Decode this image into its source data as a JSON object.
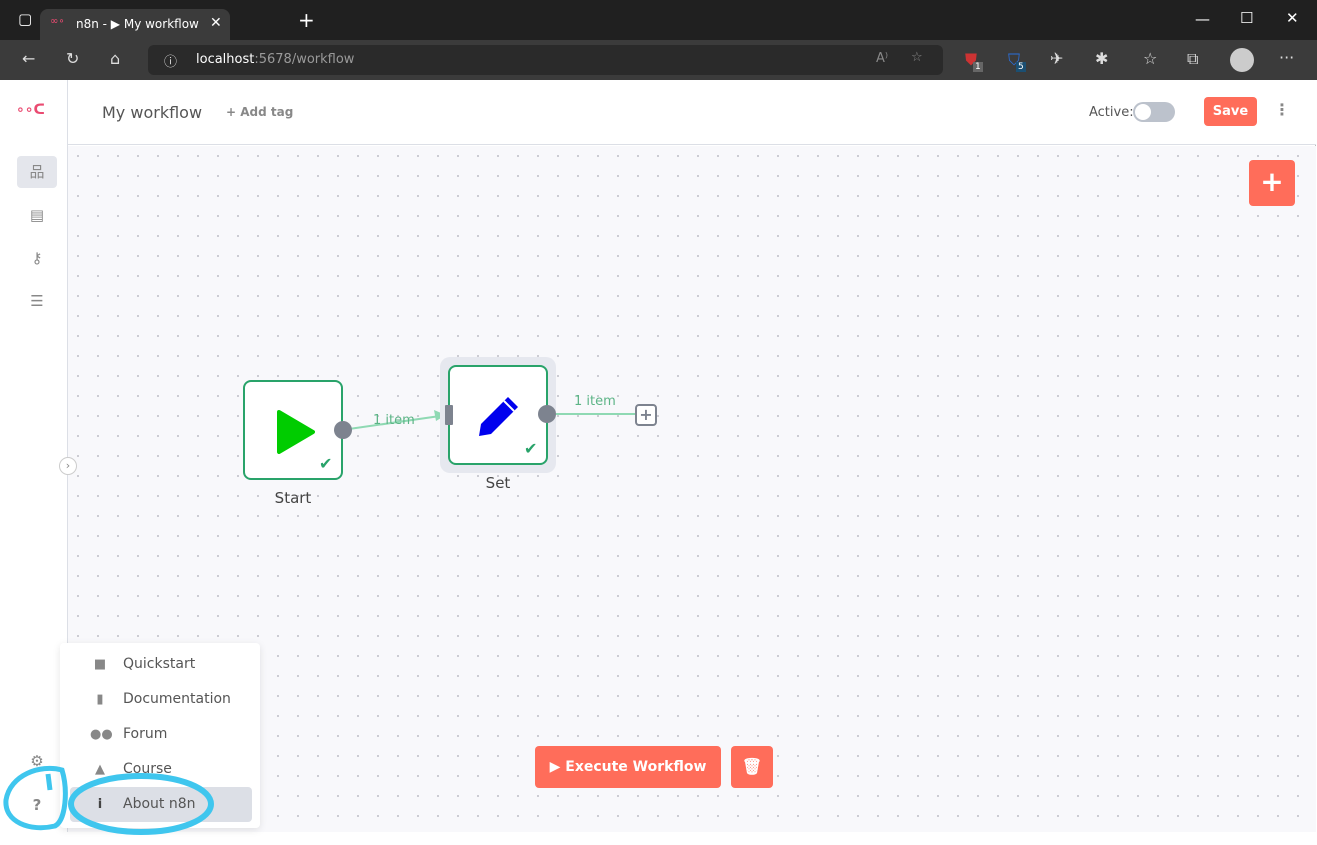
{
  "browser": {
    "tab_title": "n8n - ▶ My workflow",
    "url_host": "localhost",
    "url_path": ":5678/workflow",
    "ext_badges": [
      "1",
      "5"
    ]
  },
  "header": {
    "workflow_name": "My workflow",
    "add_tag": "+ Add tag",
    "active_label": "Active:",
    "active": false,
    "save_label": "Save"
  },
  "nodes": [
    {
      "name": "Start",
      "status": "success"
    },
    {
      "name": "Set",
      "status": "success"
    }
  ],
  "edges": [
    {
      "label": "1 item"
    },
    {
      "label": "1 item"
    }
  ],
  "help_menu": {
    "items": [
      {
        "label": "Quickstart",
        "icon": "video-icon"
      },
      {
        "label": "Documentation",
        "icon": "book-icon"
      },
      {
        "label": "Forum",
        "icon": "users-icon"
      },
      {
        "label": "Course",
        "icon": "graduation-cap-icon"
      },
      {
        "label": "About n8n",
        "icon": "info-icon"
      }
    ]
  },
  "footer": {
    "execute_label": "Execute Workflow"
  },
  "colors": {
    "accent": "#ff6d5a",
    "success": "#29a36a",
    "brand": "#ea4b71"
  }
}
